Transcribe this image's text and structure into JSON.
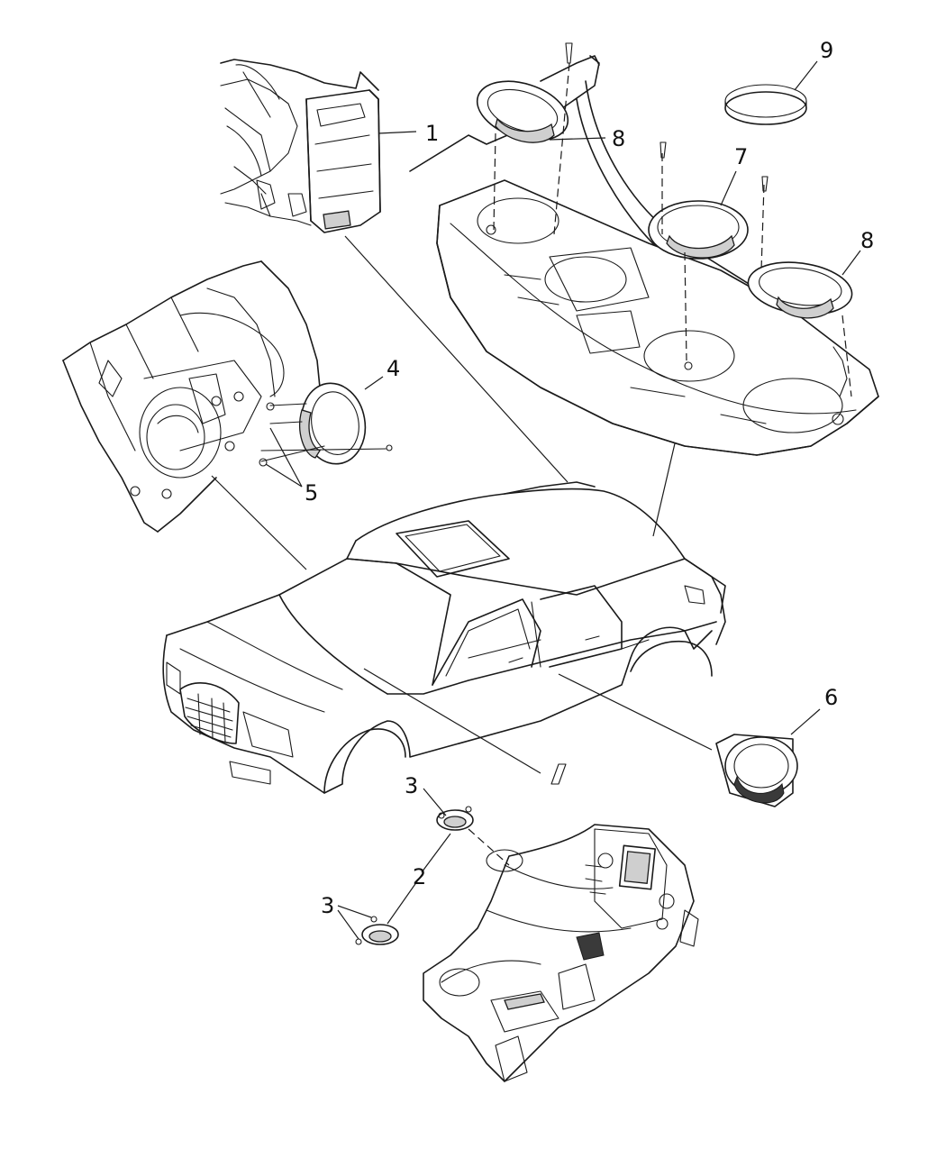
{
  "callouts": [
    {
      "id": "1",
      "label": "1"
    },
    {
      "id": "2",
      "label": "2"
    },
    {
      "id": "3a",
      "label": "3"
    },
    {
      "id": "3b",
      "label": "3"
    },
    {
      "id": "4",
      "label": "4"
    },
    {
      "id": "5",
      "label": "5"
    },
    {
      "id": "6",
      "label": "6"
    },
    {
      "id": "7",
      "label": "7"
    },
    {
      "id": "8a",
      "label": "8"
    },
    {
      "id": "8b",
      "label": "8"
    },
    {
      "id": "9",
      "label": "9"
    }
  ],
  "colors": {
    "line": "#1a1a1a",
    "background": "#ffffff",
    "shade": "#cfcfcf"
  }
}
